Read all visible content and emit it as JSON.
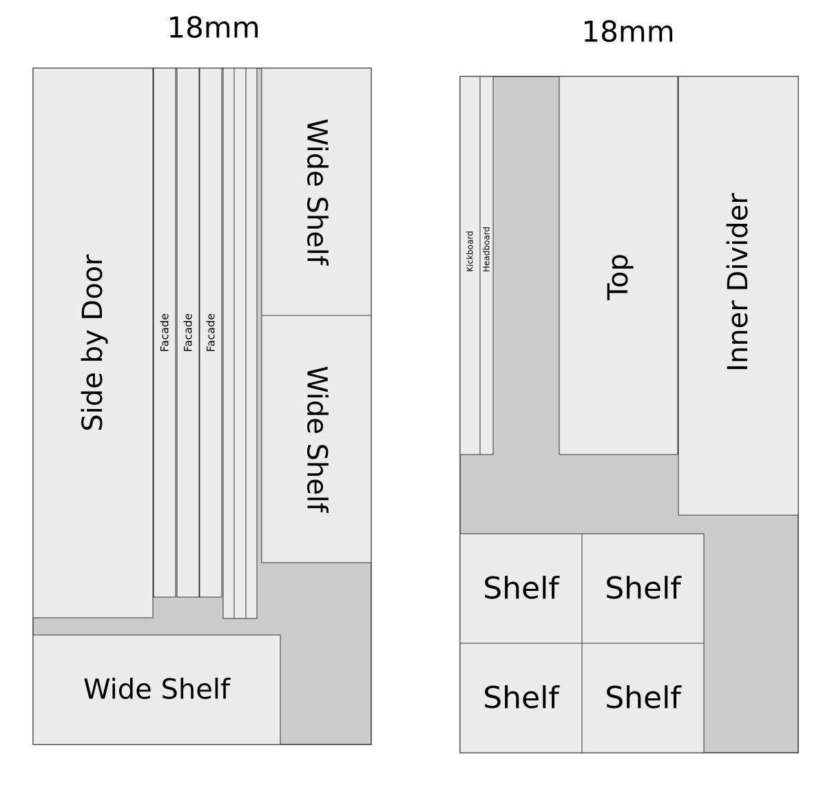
{
  "colors": {
    "background": "#ffffff",
    "panel_fill": "#ececec",
    "waste_fill": "#cbcbcb",
    "stroke": "#333333"
  },
  "sheets": [
    {
      "id": "sheet-1",
      "title": "18mm",
      "pieces": [
        {
          "label": "Side by Door"
        },
        {
          "label": "Facade"
        },
        {
          "label": "Facade"
        },
        {
          "label": "Facade"
        },
        {
          "label": ""
        },
        {
          "label": ""
        },
        {
          "label": ""
        },
        {
          "label": "Wide Shelf"
        },
        {
          "label": "Wide Shelf"
        },
        {
          "label": "Wide Shelf"
        }
      ]
    },
    {
      "id": "sheet-2",
      "title": "18mm",
      "pieces": [
        {
          "label": "Kickboard"
        },
        {
          "label": "Headboard"
        },
        {
          "label": "Top"
        },
        {
          "label": "Inner Divider"
        },
        {
          "label": "Shelf"
        },
        {
          "label": "Shelf"
        },
        {
          "label": "Shelf"
        },
        {
          "label": "Shelf"
        }
      ]
    }
  ]
}
